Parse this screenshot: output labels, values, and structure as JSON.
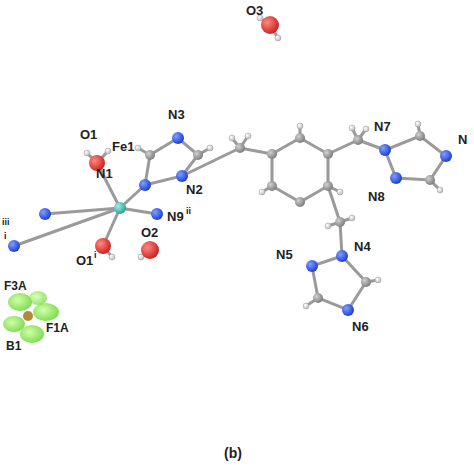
{
  "diagram": {
    "labels": [
      "O3",
      "O1",
      "N3",
      "N1",
      "N2",
      "Fe1",
      "iii",
      "N9",
      "ii",
      "i",
      "O1",
      "i",
      "O2",
      "N7",
      "N",
      "N8",
      "N5",
      "N4",
      "N6",
      "F3A",
      "F1A",
      "B1",
      "(b)"
    ]
  }
}
